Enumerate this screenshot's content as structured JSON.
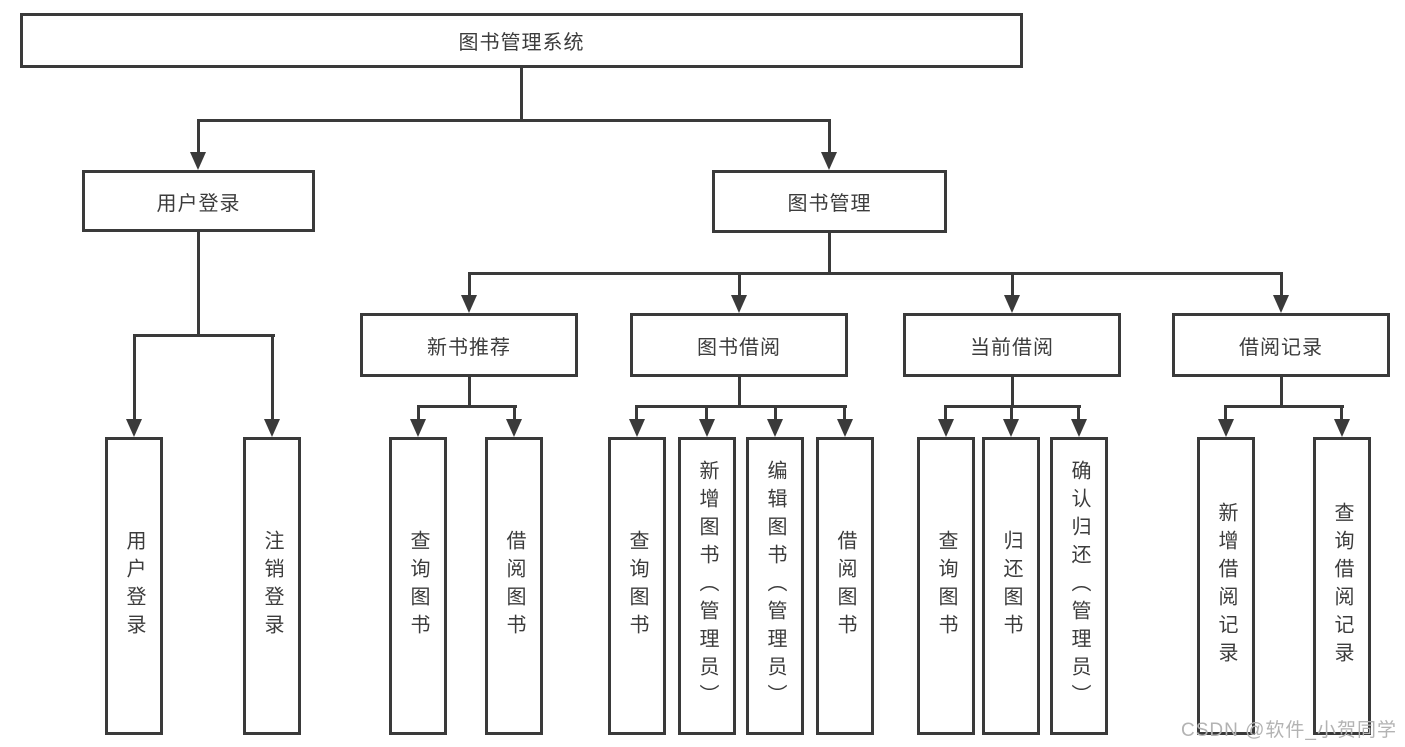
{
  "colors": {
    "line": "#3a3a3a",
    "text": "#3c3c3c",
    "box_bg": "#ffffff",
    "watermark": "#b3b3b3"
  },
  "tree": {
    "root": {
      "label": "图书管理系统"
    },
    "children": [
      {
        "label": "用户登录",
        "children": [
          {
            "label": "用户登录"
          },
          {
            "label": "注销登录"
          }
        ]
      },
      {
        "label": "图书管理",
        "children": [
          {
            "label": "新书推荐",
            "children": [
              {
                "label": "查询图书"
              },
              {
                "label": "借阅图书"
              }
            ]
          },
          {
            "label": "图书借阅",
            "children": [
              {
                "label": "查询图书"
              },
              {
                "label": "新增图书（管理员）"
              },
              {
                "label": "编辑图书（管理员）"
              },
              {
                "label": "借阅图书"
              }
            ]
          },
          {
            "label": "当前借阅",
            "children": [
              {
                "label": "查询图书"
              },
              {
                "label": "归还图书"
              },
              {
                "label": "确认归还（管理员）"
              }
            ]
          },
          {
            "label": "借阅记录",
            "children": [
              {
                "label": "新增借阅记录"
              },
              {
                "label": "查询借阅记录"
              }
            ]
          }
        ]
      }
    ]
  },
  "meta": {
    "watermark": "CSDN @软件_小贺同学"
  }
}
